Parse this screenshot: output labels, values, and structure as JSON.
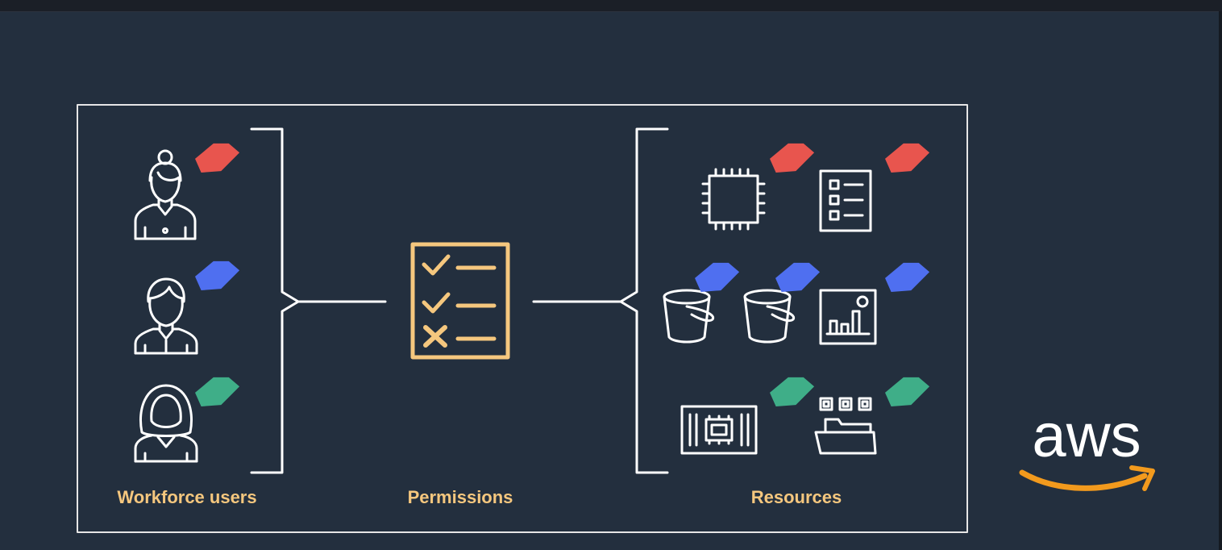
{
  "labels": {
    "workforce_users": "Workforce users",
    "permissions": "Permissions",
    "resources": "Resources"
  },
  "logo": {
    "text": "aws",
    "smile_color": "#f29a1d"
  },
  "colors": {
    "background": "#232f3e",
    "line": "#ffffff",
    "permission_icon": "#f5c77e",
    "caption": "#f5c77e",
    "tag_red": "#e8554e",
    "tag_blue": "#4f6ff0",
    "tag_green": "#3fae88"
  },
  "users": [
    {
      "icon": "woman-user-icon",
      "tag": "red"
    },
    {
      "icon": "man-user-icon",
      "tag": "blue"
    },
    {
      "icon": "hijab-user-icon",
      "tag": "green"
    }
  ],
  "permission_items": [
    {
      "mark": "check-icon"
    },
    {
      "mark": "check-icon"
    },
    {
      "mark": "x-icon"
    }
  ],
  "resources": [
    {
      "icon": "chip-icon",
      "tag": "red"
    },
    {
      "icon": "list-document-icon",
      "tag": "red"
    },
    {
      "icon": "bucket-icon",
      "tag": "blue"
    },
    {
      "icon": "bucket-icon",
      "tag": "blue"
    },
    {
      "icon": "analytics-chart-icon",
      "tag": "blue"
    },
    {
      "icon": "container-chip-icon",
      "tag": "green"
    },
    {
      "icon": "folder-network-icon",
      "tag": "green"
    }
  ]
}
